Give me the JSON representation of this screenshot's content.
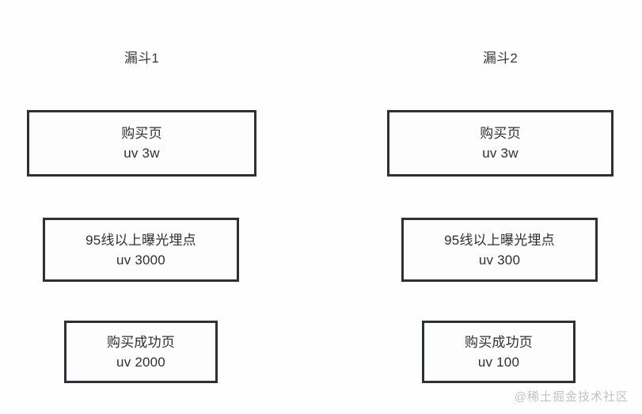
{
  "page": {
    "background_color": "#ffffff",
    "box_border_color": "#2d3035",
    "text_color": "#303030"
  },
  "funnels": [
    {
      "title": "漏斗1",
      "steps": [
        {
          "label": "购买页",
          "metric": "uv 3w"
        },
        {
          "label": "95线以上曝光埋点",
          "metric": "uv 3000"
        },
        {
          "label": "购买成功页",
          "metric": "uv 2000"
        }
      ]
    },
    {
      "title": "漏斗2",
      "steps": [
        {
          "label": "购买页",
          "metric": "uv 3w"
        },
        {
          "label": "95线以上曝光埋点",
          "metric": "uv 300"
        },
        {
          "label": "购买成功页",
          "metric": "uv 100"
        }
      ]
    }
  ],
  "watermark": {
    "text": "@稀土掘金技术社区"
  }
}
